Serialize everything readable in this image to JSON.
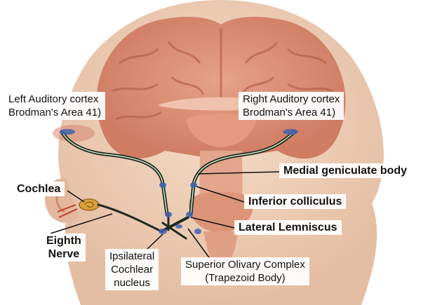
{
  "labels": {
    "left_cortex": "Left Auditory cortex\nBrodman's Area 41)",
    "right_cortex": "Right Auditory cortex\nBrodman's Area 41)",
    "medial_geniculate": "Medial geniculate body",
    "cochlea": "Cochlea",
    "inferior_colliculus": "Inferior colliculus",
    "lateral_lemniscus": "Lateral Lemniscus",
    "eighth_nerve": "Eighth\nNerve",
    "cochlear_nucleus": "Ipsilateral\nCochlear\nnucleus",
    "superior_olivary": "Superior Olivary Complex\n(Trapezoid Body)"
  },
  "colors": {
    "skin": "#eccdb5",
    "brain": "#d98a72",
    "pathway": "#1f2a22",
    "nucleus": "#3f63b0"
  }
}
